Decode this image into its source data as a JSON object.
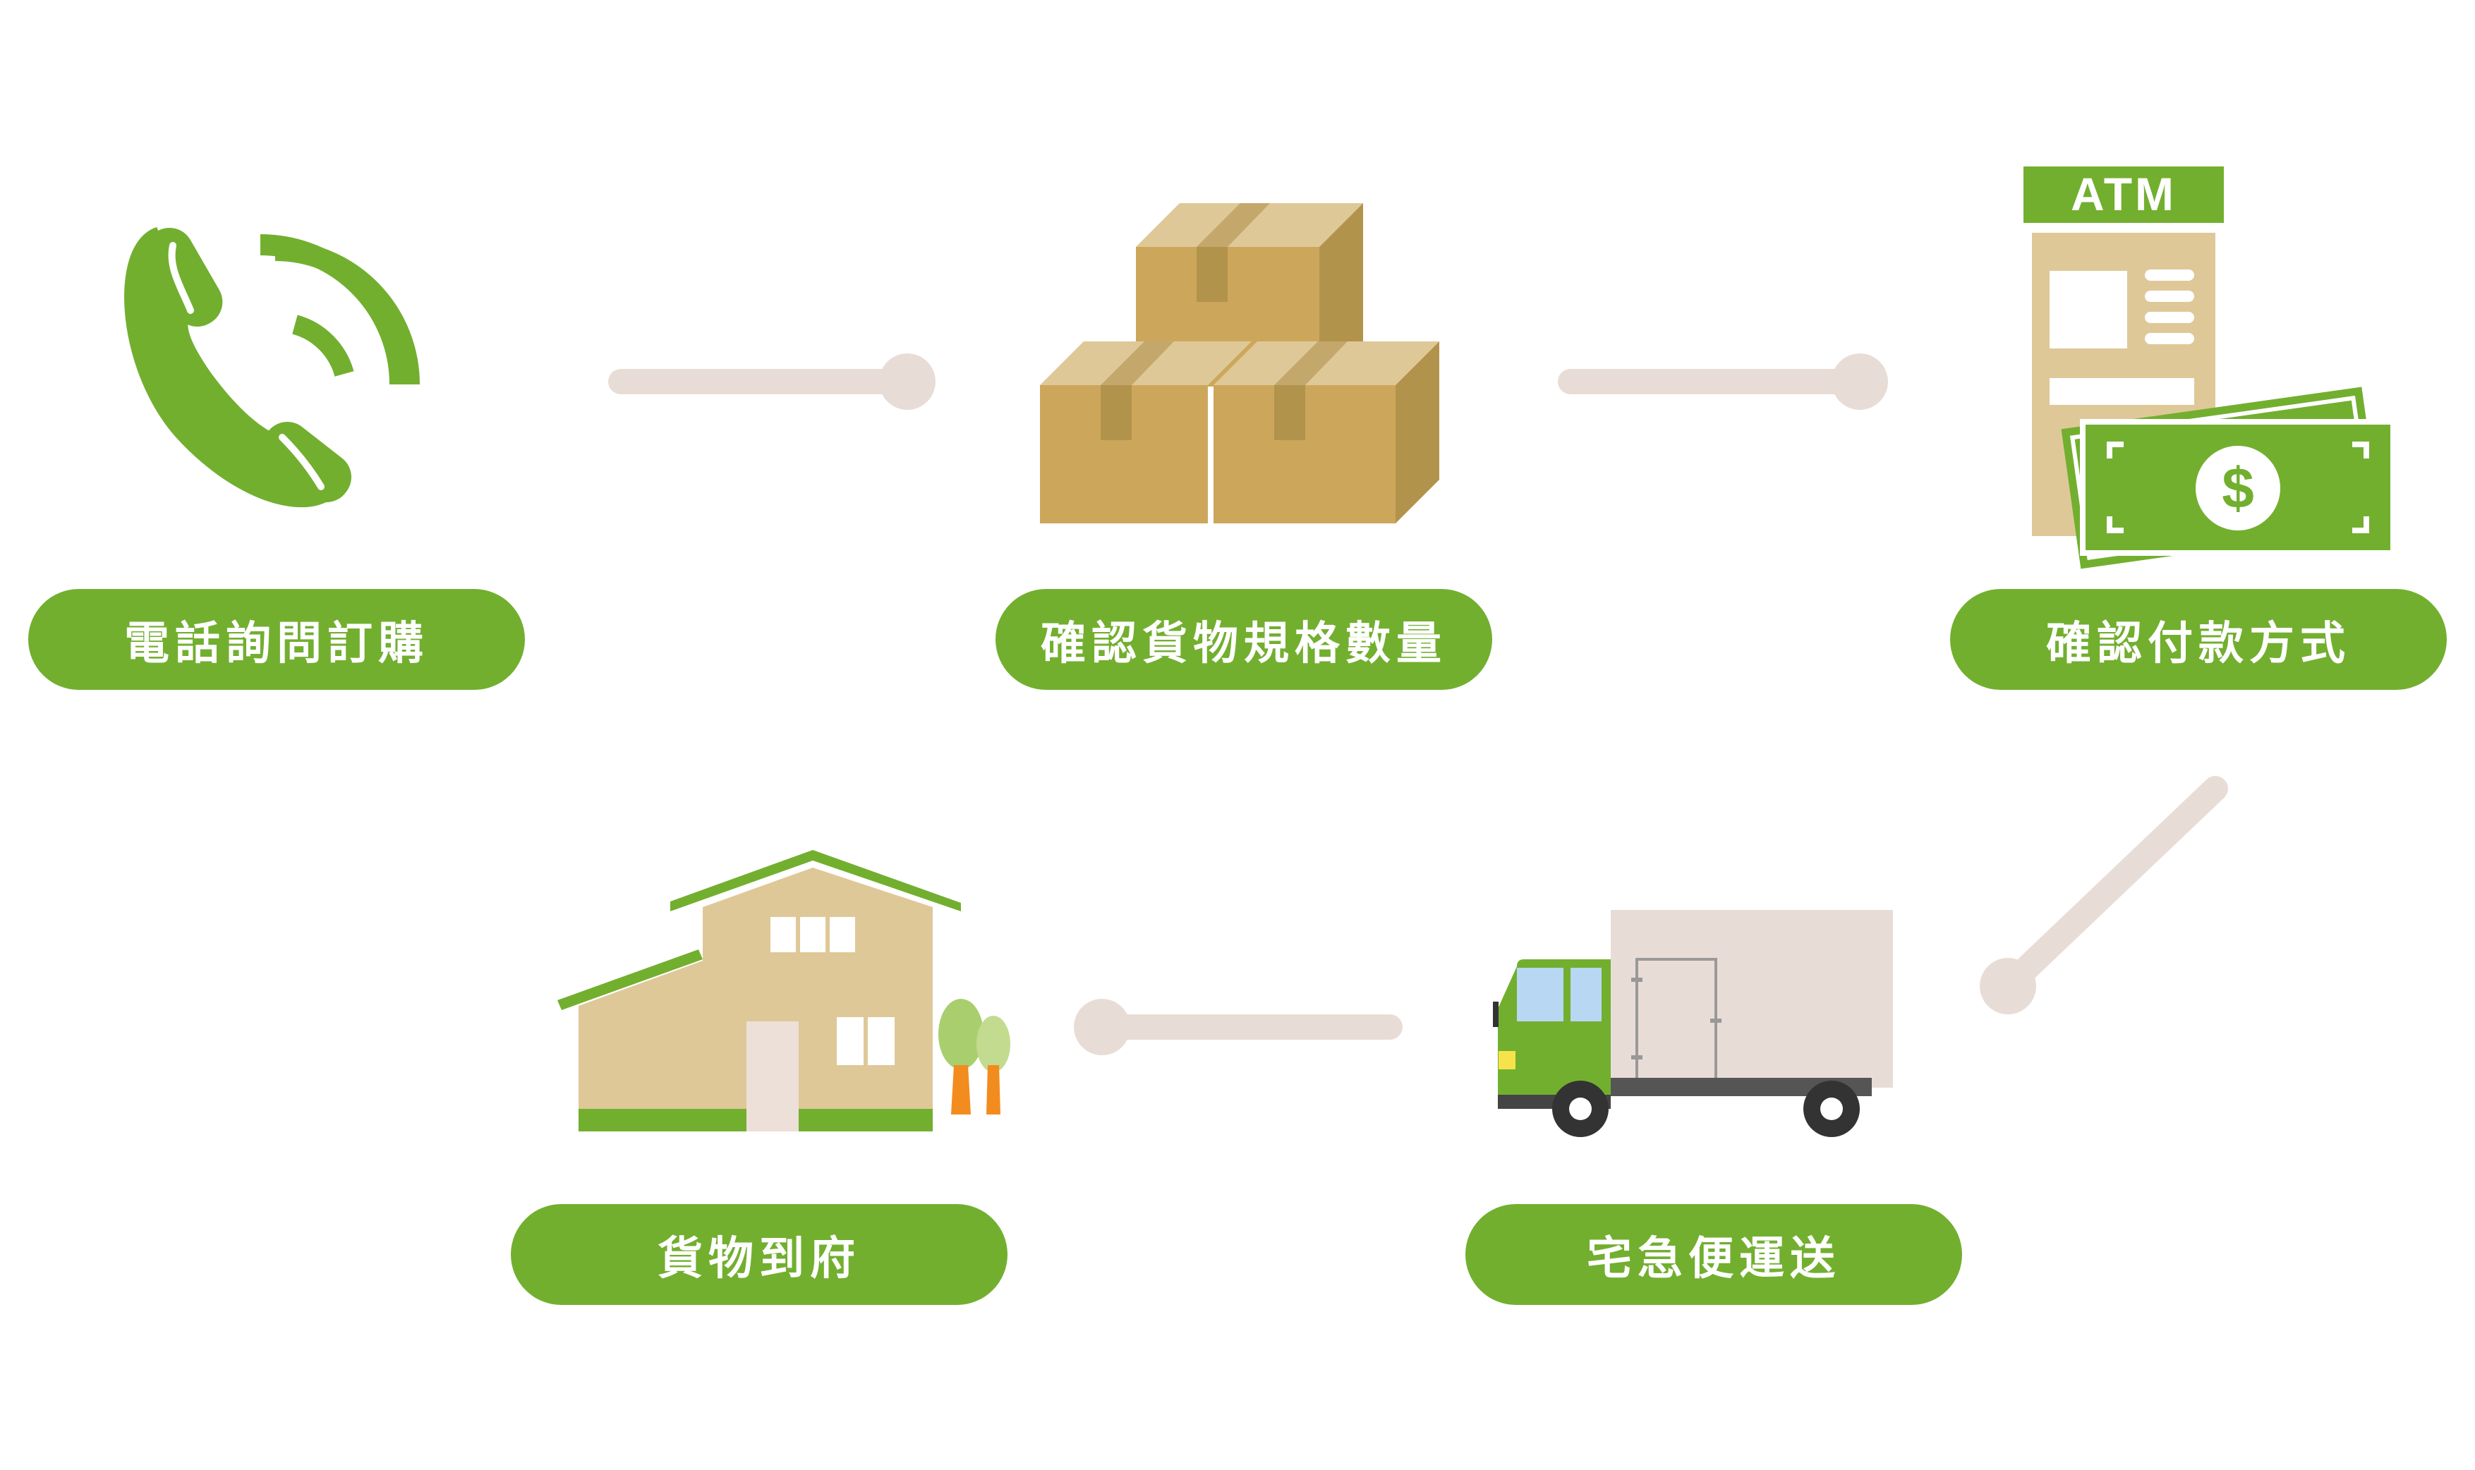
{
  "colors": {
    "green": "#72AF2F",
    "connector": "#E8DDD6",
    "box": "#CCA75B",
    "box_dark": "#B2934C",
    "beige": "#DFC898",
    "white": "#FFFFFF"
  },
  "steps": [
    {
      "label": "電話詢問訂購",
      "icon": "phone-icon"
    },
    {
      "label": "確認貨物規格數量",
      "icon": "boxes-icon"
    },
    {
      "label": "確認付款方式",
      "icon": "atm-cash-icon"
    },
    {
      "label": "貨物到府",
      "icon": "house-icon"
    },
    {
      "label": "宅急便運送",
      "icon": "truck-icon"
    }
  ],
  "atm_label": "ATM",
  "cash_symbol": "$"
}
